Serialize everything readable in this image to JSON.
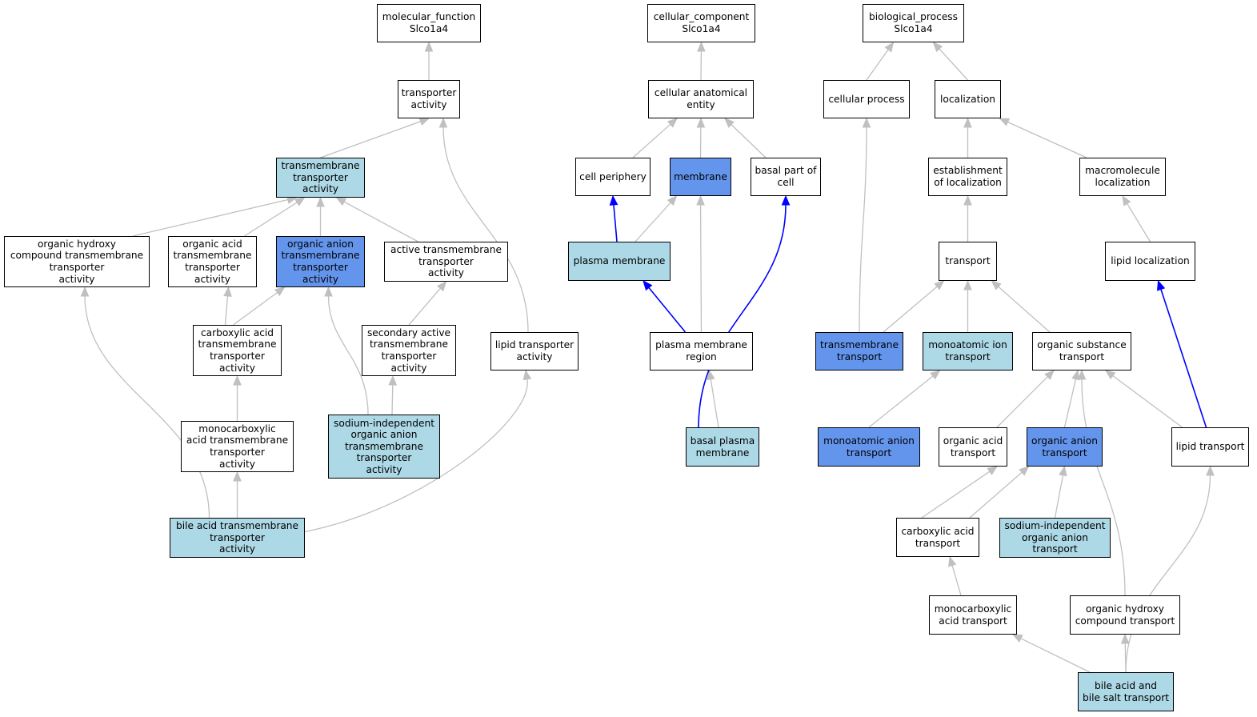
{
  "colors": {
    "background": "#ffffff",
    "node_default": "#ffffff",
    "node_light": "#add8e6",
    "node_strong": "#6495ed",
    "edge_default": "#c0c0c0",
    "edge_highlight": "#0000ff"
  },
  "nodes": {
    "mf_root": {
      "label": "molecular_function\nSlco1a4",
      "fill": "default"
    },
    "transporter_activity": {
      "label": "transporter\nactivity",
      "fill": "default"
    },
    "tm_transporter_activity": {
      "label": "transmembrane\ntransporter\nactivity",
      "fill": "light"
    },
    "org_hydroxy_tm_act": {
      "label": "organic hydroxy\ncompound transmembrane\ntransporter\nactivity",
      "fill": "default"
    },
    "org_acid_tm_act": {
      "label": "organic acid\ntransmembrane\ntransporter\nactivity",
      "fill": "default"
    },
    "org_anion_tm_act": {
      "label": "organic anion\ntransmembrane\ntransporter\nactivity",
      "fill": "strong"
    },
    "active_tm_act": {
      "label": "active transmembrane\ntransporter\nactivity",
      "fill": "default"
    },
    "carboxylic_tm_act": {
      "label": "carboxylic acid\ntransmembrane\ntransporter\nactivity",
      "fill": "default"
    },
    "secondary_active_act": {
      "label": "secondary active\ntransmembrane\ntransporter\nactivity",
      "fill": "default"
    },
    "lipid_transporter_act": {
      "label": "lipid transporter\nactivity",
      "fill": "default"
    },
    "monocarboxylic_tm_act": {
      "label": "monocarboxylic\nacid transmembrane\ntransporter\nactivity",
      "fill": "default"
    },
    "na_indep_anion_act": {
      "label": "sodium-independent\norganic anion\ntransmembrane\ntransporter\nactivity",
      "fill": "light"
    },
    "bile_acid_tm_act": {
      "label": "bile acid transmembrane\ntransporter\nactivity",
      "fill": "light"
    },
    "cc_root": {
      "label": "cellular_component\nSlco1a4",
      "fill": "default"
    },
    "cell_anat_entity": {
      "label": "cellular anatomical\nentity",
      "fill": "default"
    },
    "cell_periphery": {
      "label": "cell periphery",
      "fill": "default"
    },
    "membrane": {
      "label": "membrane",
      "fill": "strong"
    },
    "basal_part_cell": {
      "label": "basal part of\ncell",
      "fill": "default"
    },
    "plasma_membrane": {
      "label": "plasma membrane",
      "fill": "light"
    },
    "pm_region": {
      "label": "plasma membrane\nregion",
      "fill": "default"
    },
    "basal_pm": {
      "label": "basal plasma\nmembrane",
      "fill": "light"
    },
    "bp_root": {
      "label": "biological_process\nSlco1a4",
      "fill": "default"
    },
    "cellular_process": {
      "label": "cellular process",
      "fill": "default"
    },
    "localization": {
      "label": "localization",
      "fill": "default"
    },
    "establishment_loc": {
      "label": "establishment\nof localization",
      "fill": "default"
    },
    "macromolecule_loc": {
      "label": "macromolecule\nlocalization",
      "fill": "default"
    },
    "transport": {
      "label": "transport",
      "fill": "default"
    },
    "lipid_localization": {
      "label": "lipid localization",
      "fill": "default"
    },
    "tm_transport": {
      "label": "transmembrane\ntransport",
      "fill": "strong"
    },
    "monoatomic_ion_transport": {
      "label": "monoatomic ion\ntransport",
      "fill": "light"
    },
    "organic_substance_transport": {
      "label": "organic substance\ntransport",
      "fill": "default"
    },
    "monoatomic_anion_transport": {
      "label": "monoatomic anion\ntransport",
      "fill": "strong"
    },
    "organic_acid_transport": {
      "label": "organic acid\ntransport",
      "fill": "default"
    },
    "organic_anion_transport": {
      "label": "organic anion\ntransport",
      "fill": "strong"
    },
    "lipid_transport": {
      "label": "lipid transport",
      "fill": "default"
    },
    "carboxylic_transport": {
      "label": "carboxylic acid\ntransport",
      "fill": "default"
    },
    "na_indep_anion_transport": {
      "label": "sodium-independent\norganic anion\ntransport",
      "fill": "light"
    },
    "monocarboxylic_transport": {
      "label": "monocarboxylic\nacid transport",
      "fill": "default"
    },
    "org_hydroxy_transport": {
      "label": "organic hydroxy\ncompound transport",
      "fill": "default"
    },
    "bile_salt_transport": {
      "label": "bile acid and\nbile salt transport",
      "fill": "light"
    }
  },
  "edges": [
    {
      "from": "transporter_activity",
      "to": "mf_root",
      "style": "default"
    },
    {
      "from": "tm_transporter_activity",
      "to": "transporter_activity",
      "style": "default"
    },
    {
      "from": "lipid_transporter_act",
      "to": "transporter_activity",
      "style": "default"
    },
    {
      "from": "org_hydroxy_tm_act",
      "to": "tm_transporter_activity",
      "style": "default"
    },
    {
      "from": "org_acid_tm_act",
      "to": "tm_transporter_activity",
      "style": "default"
    },
    {
      "from": "org_anion_tm_act",
      "to": "tm_transporter_activity",
      "style": "default"
    },
    {
      "from": "active_tm_act",
      "to": "tm_transporter_activity",
      "style": "default"
    },
    {
      "from": "carboxylic_tm_act",
      "to": "org_acid_tm_act",
      "style": "default"
    },
    {
      "from": "carboxylic_tm_act",
      "to": "org_anion_tm_act",
      "style": "default"
    },
    {
      "from": "secondary_active_act",
      "to": "active_tm_act",
      "style": "default"
    },
    {
      "from": "monocarboxylic_tm_act",
      "to": "carboxylic_tm_act",
      "style": "default"
    },
    {
      "from": "na_indep_anion_act",
      "to": "org_anion_tm_act",
      "style": "default"
    },
    {
      "from": "na_indep_anion_act",
      "to": "secondary_active_act",
      "style": "default"
    },
    {
      "from": "bile_acid_tm_act",
      "to": "monocarboxylic_tm_act",
      "style": "default"
    },
    {
      "from": "bile_acid_tm_act",
      "to": "org_hydroxy_tm_act",
      "style": "default"
    },
    {
      "from": "bile_acid_tm_act",
      "to": "lipid_transporter_act",
      "style": "default"
    },
    {
      "from": "cell_anat_entity",
      "to": "cc_root",
      "style": "default"
    },
    {
      "from": "cell_periphery",
      "to": "cell_anat_entity",
      "style": "default"
    },
    {
      "from": "membrane",
      "to": "cell_anat_entity",
      "style": "default"
    },
    {
      "from": "basal_part_cell",
      "to": "cell_anat_entity",
      "style": "default"
    },
    {
      "from": "plasma_membrane",
      "to": "cell_periphery",
      "style": "highlight"
    },
    {
      "from": "plasma_membrane",
      "to": "membrane",
      "style": "default"
    },
    {
      "from": "pm_region",
      "to": "plasma_membrane",
      "style": "highlight"
    },
    {
      "from": "pm_region",
      "to": "membrane",
      "style": "default"
    },
    {
      "from": "basal_pm",
      "to": "pm_region",
      "style": "default"
    },
    {
      "from": "basal_pm",
      "to": "basal_part_cell",
      "style": "highlight"
    },
    {
      "from": "cellular_process",
      "to": "bp_root",
      "style": "default"
    },
    {
      "from": "localization",
      "to": "bp_root",
      "style": "default"
    },
    {
      "from": "establishment_loc",
      "to": "localization",
      "style": "default"
    },
    {
      "from": "macromolecule_loc",
      "to": "localization",
      "style": "default"
    },
    {
      "from": "transport",
      "to": "establishment_loc",
      "style": "default"
    },
    {
      "from": "lipid_localization",
      "to": "macromolecule_loc",
      "style": "default"
    },
    {
      "from": "tm_transport",
      "to": "cellular_process",
      "style": "default"
    },
    {
      "from": "tm_transport",
      "to": "transport",
      "style": "default"
    },
    {
      "from": "monoatomic_ion_transport",
      "to": "transport",
      "style": "default"
    },
    {
      "from": "organic_substance_transport",
      "to": "transport",
      "style": "default"
    },
    {
      "from": "monoatomic_anion_transport",
      "to": "monoatomic_ion_transport",
      "style": "default"
    },
    {
      "from": "organic_acid_transport",
      "to": "organic_substance_transport",
      "style": "default"
    },
    {
      "from": "organic_anion_transport",
      "to": "organic_substance_transport",
      "style": "default"
    },
    {
      "from": "lipid_transport",
      "to": "organic_substance_transport",
      "style": "default"
    },
    {
      "from": "lipid_transport",
      "to": "lipid_localization",
      "style": "highlight"
    },
    {
      "from": "carboxylic_transport",
      "to": "organic_acid_transport",
      "style": "default"
    },
    {
      "from": "carboxylic_transport",
      "to": "organic_anion_transport",
      "style": "default"
    },
    {
      "from": "na_indep_anion_transport",
      "to": "organic_anion_transport",
      "style": "default"
    },
    {
      "from": "monocarboxylic_transport",
      "to": "carboxylic_transport",
      "style": "default"
    },
    {
      "from": "org_hydroxy_transport",
      "to": "organic_substance_transport",
      "style": "default"
    },
    {
      "from": "bile_salt_transport",
      "to": "monocarboxylic_transport",
      "style": "default"
    },
    {
      "from": "bile_salt_transport",
      "to": "org_hydroxy_transport",
      "style": "default"
    },
    {
      "from": "bile_salt_transport",
      "to": "lipid_transport",
      "style": "default"
    }
  ]
}
